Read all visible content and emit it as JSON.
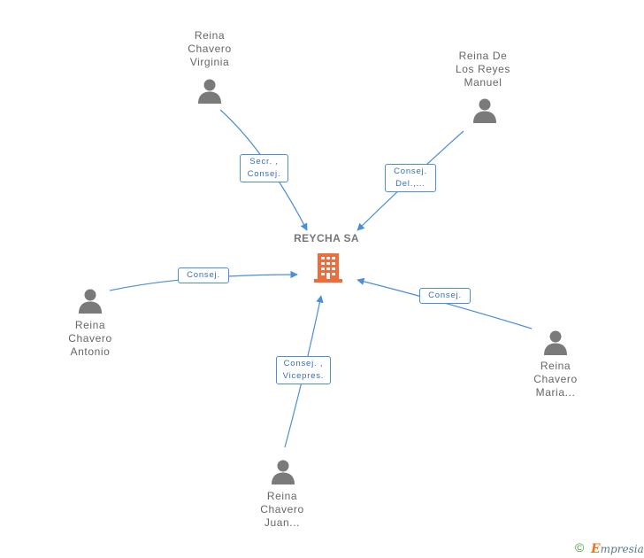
{
  "center": {
    "name": "REYCHA SA",
    "icon": "building-icon",
    "color": "#f26b3a"
  },
  "people": [
    {
      "id": "virginia",
      "lines": [
        "Reina",
        "Chavero",
        "Virginia"
      ],
      "icon": "person-icon"
    },
    {
      "id": "manuel",
      "lines": [
        "Reina De",
        "Los Reyes",
        "Manuel"
      ],
      "icon": "person-icon"
    },
    {
      "id": "antonio",
      "lines": [
        "Reina",
        "Chavero",
        "Antonio"
      ],
      "icon": "person-icon"
    },
    {
      "id": "maria",
      "lines": [
        "Reina",
        "Chavero",
        "Maria..."
      ],
      "icon": "person-icon"
    },
    {
      "id": "juan",
      "lines": [
        "Reina",
        "Chavero",
        "Juan..."
      ],
      "icon": "person-icon"
    }
  ],
  "edges": [
    {
      "from": "virginia",
      "lines": [
        "Secr. ,",
        "Consej."
      ]
    },
    {
      "from": "manuel",
      "lines": [
        "Consej.",
        "Del.,..."
      ]
    },
    {
      "from": "antonio",
      "lines": [
        "Consej."
      ]
    },
    {
      "from": "maria",
      "lines": [
        "Consej."
      ]
    },
    {
      "from": "juan",
      "lines": [
        "Consej. ,",
        "Vicepres."
      ]
    }
  ],
  "colors": {
    "edge": "#4a8fd8",
    "person": "#7a7a7a",
    "text": "#666666"
  },
  "footer": {
    "copyright": "©",
    "brand_initial": "E",
    "brand_rest": "mpresia"
  }
}
